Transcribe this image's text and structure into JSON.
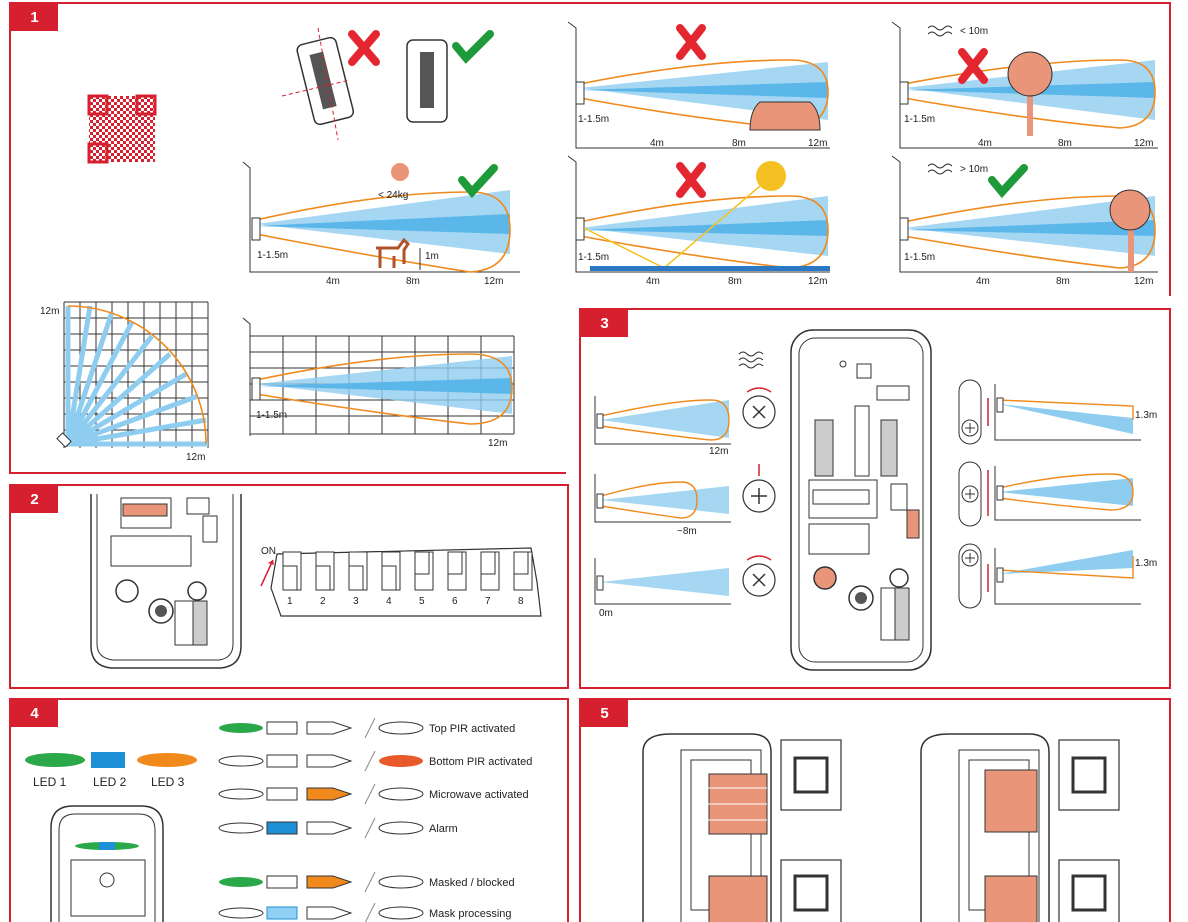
{
  "panels": {
    "p1": {
      "badge": "1"
    },
    "p2": {
      "badge": "2"
    },
    "p3": {
      "badge": "3"
    },
    "p4": {
      "badge": "4"
    },
    "p5": {
      "badge": "5"
    }
  },
  "colors": {
    "accent": "#d7202f",
    "beam": "#8fcdf0",
    "beam_dark": "#5bb6ea",
    "orange": "#f08a1c",
    "cross": "#e3262f",
    "check": "#1f9a3a",
    "copper": "#e9957a",
    "sun": "#f5c022"
  },
  "p1": {
    "height_label": "1-1.5m",
    "ticks": [
      "4m",
      "8m",
      "12m"
    ],
    "pet_weight": "< 24kg",
    "dog_height": "1m",
    "tree_near": "< 10m",
    "tree_far": "> 10m",
    "grid_top": "12m",
    "grid_bottom": "12m",
    "side_range": "12m"
  },
  "p2": {
    "on_label": "ON",
    "switches": [
      "1",
      "2",
      "3",
      "4",
      "5",
      "6",
      "7",
      "8"
    ]
  },
  "p3": {
    "range_12": "12m",
    "range_8": "~8m",
    "range_0": "0m",
    "height_top": "1.3m",
    "height_bottom": "1.3m"
  },
  "p4": {
    "leds": [
      "LED 1",
      "LED 2",
      "LED 3"
    ],
    "states": [
      "Top PIR activated",
      "Bottom PIR activated",
      "Microwave activated",
      "Alarm",
      "Masked / blocked",
      "Mask processing"
    ]
  }
}
